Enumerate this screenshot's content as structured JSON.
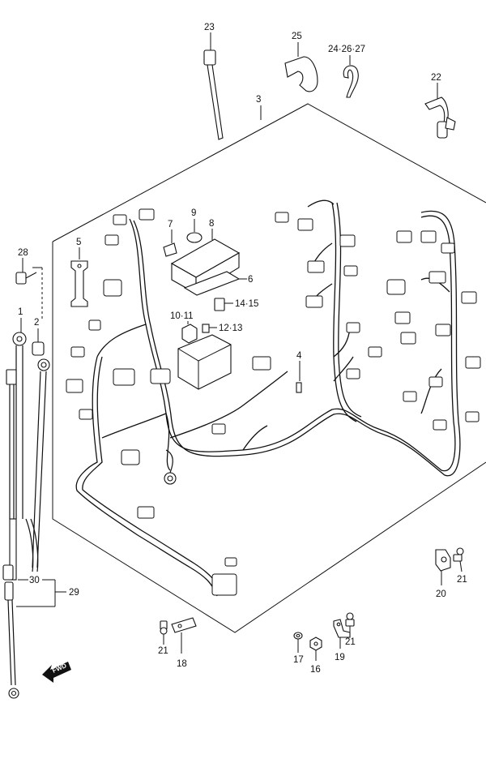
{
  "callouts": {
    "c1": "1",
    "c2": "2",
    "c3": "3",
    "c4": "4",
    "c5": "5",
    "c6": "6",
    "c7": "7",
    "c8": "8",
    "c9": "9",
    "c10_11": "10·11",
    "c12_13": "12·13",
    "c14_15": "14·15",
    "c16": "16",
    "c17": "17",
    "c18": "18",
    "c19": "19",
    "c20": "20",
    "c21a": "21",
    "c21b": "21",
    "c21c": "21",
    "c22": "22",
    "c23": "23",
    "c24_26_27": "24·26·27",
    "c25": "25",
    "c28": "28",
    "c29": "29",
    "c30": "30"
  },
  "fwd_label": "FWD"
}
